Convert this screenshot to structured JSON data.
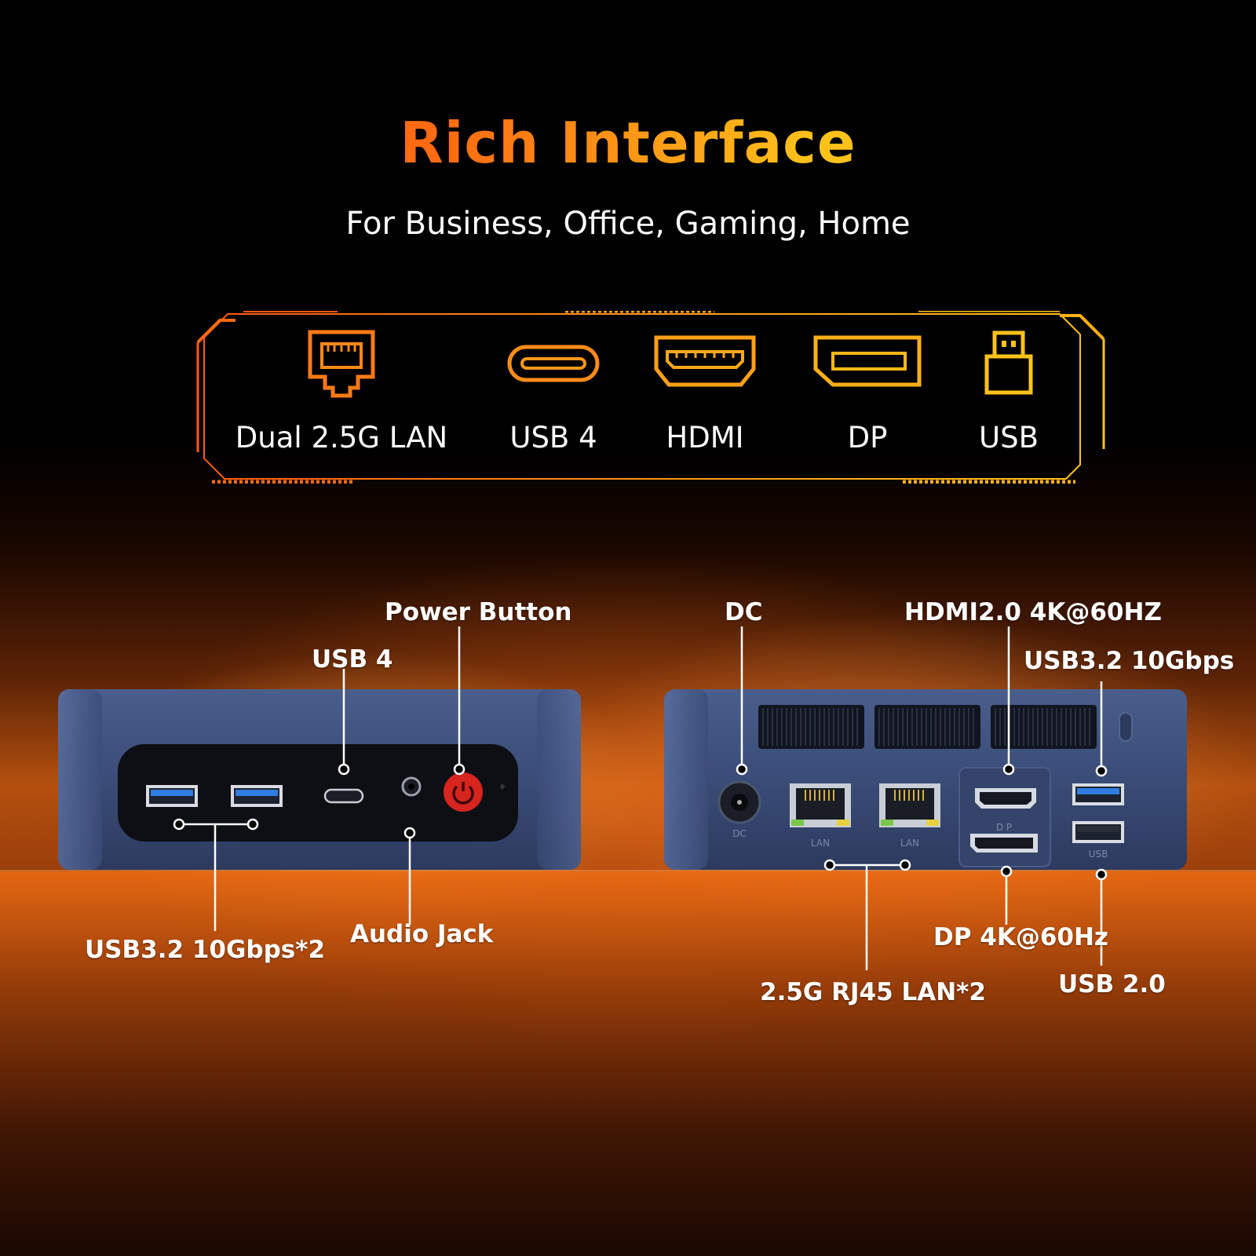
{
  "header": {
    "title": "Rich Interface",
    "subtitle": "For Business, Office, Gaming, Home"
  },
  "features": [
    {
      "label": "Dual 2.5G LAN",
      "icon": "ethernet-port-icon"
    },
    {
      "label": "USB 4",
      "icon": "usb-c-port-icon"
    },
    {
      "label": "HDMI",
      "icon": "hdmi-port-icon"
    },
    {
      "label": "DP",
      "icon": "displayport-icon"
    },
    {
      "label": "USB",
      "icon": "usb-a-icon"
    }
  ],
  "front_panel": {
    "callouts": {
      "power_button": "Power Button",
      "usb4": "USB 4",
      "usb32": "USB3.2 10Gbps*2",
      "audio_jack": "Audio Jack"
    }
  },
  "rear_panel": {
    "port_labels": {
      "dc": "DC",
      "lan": "LAN",
      "dp": "D P",
      "usb": "USB"
    },
    "callouts": {
      "dc": "DC",
      "hdmi": "HDMI2.0 4K@60HZ",
      "usb32": "USB3.2 10Gbps",
      "dp": "DP 4K@60Hz",
      "lan": "2.5G RJ45 LAN*2",
      "usb20": "USB 2.0"
    }
  },
  "colors": {
    "accent_orange": "#ff6a12",
    "accent_yellow": "#ffc21a",
    "chassis_blue": "#3c4f7a",
    "usb3_blue": "#2f7de0",
    "power_red": "#d7241f"
  }
}
